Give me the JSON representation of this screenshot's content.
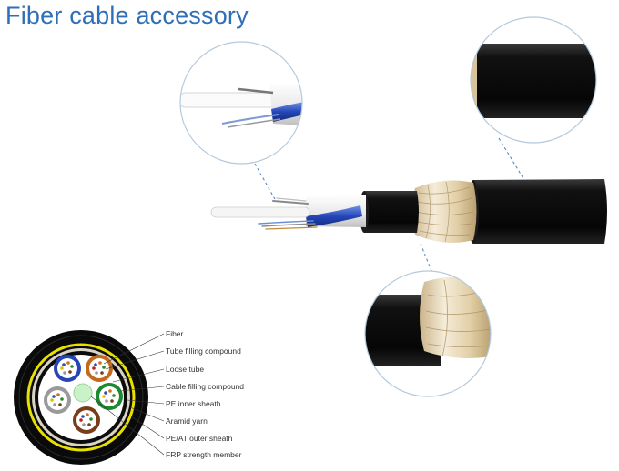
{
  "title": "Fiber cable accessory",
  "colors": {
    "title": "#2e6fb6",
    "sheath": "#0b0b0b",
    "aramid": "#e9dcc2",
    "fiber_blue": "#2f57c9",
    "tube_white": "#f2f2f2",
    "armor_ring": "#e8e000",
    "callout_circle": "#b4c9dd",
    "callout_line": "#4b7fbf"
  },
  "legend": {
    "items": [
      "Fiber",
      "Tube filling compound",
      "Loose tube",
      "Cable filling compound",
      "PE inner sheath",
      "Aramid yarn",
      "PE/AT outer sheath",
      "FRP strength member"
    ]
  }
}
